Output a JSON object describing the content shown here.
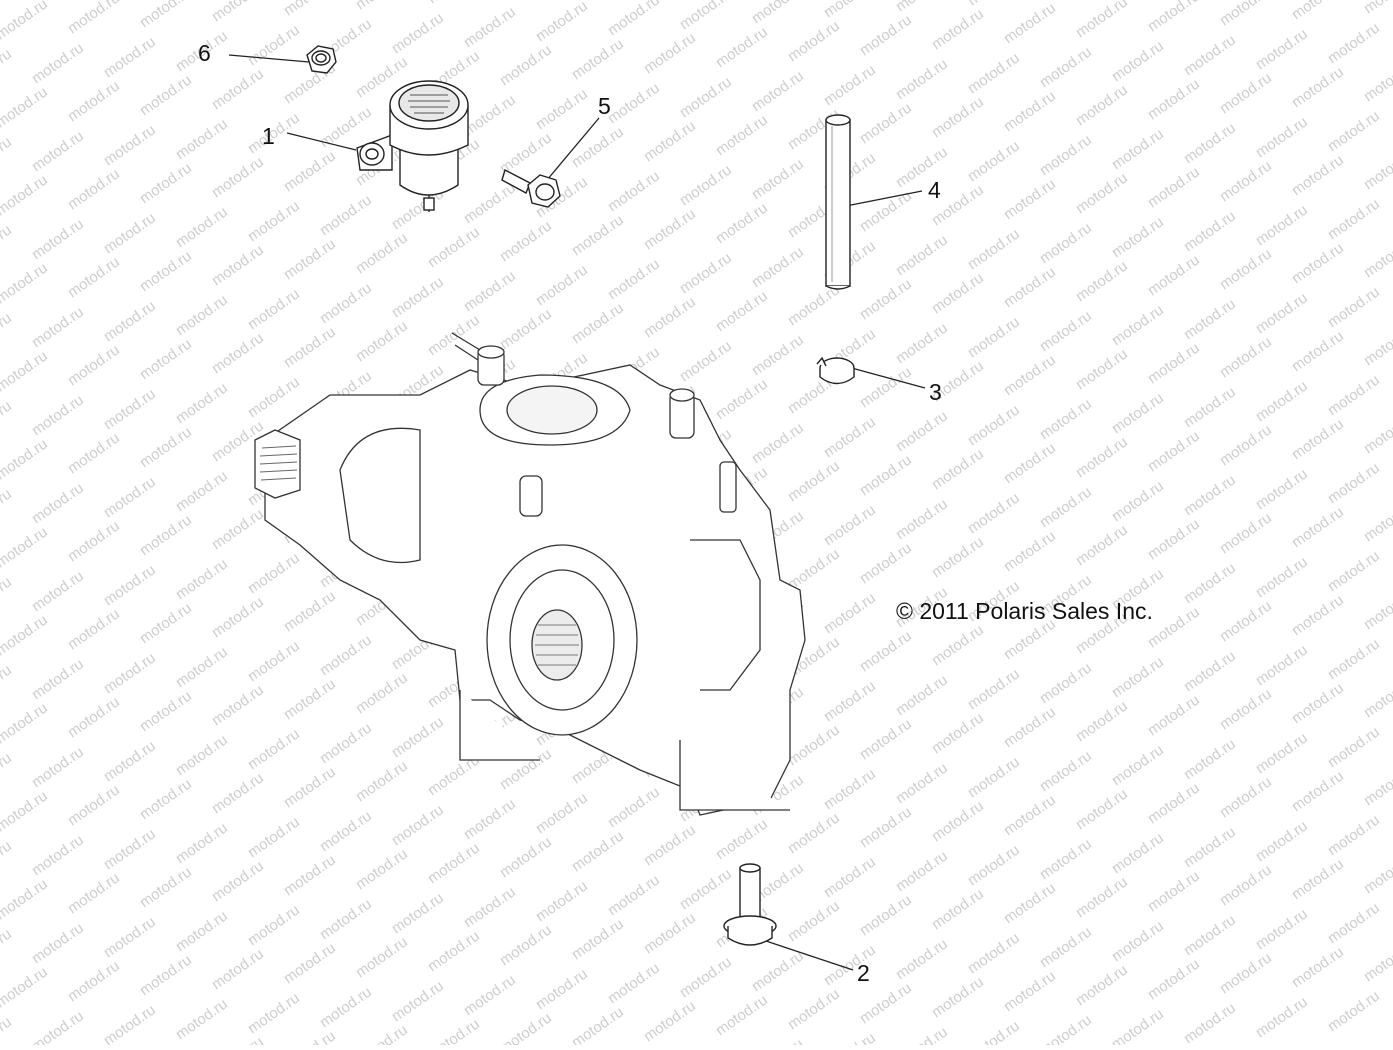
{
  "diagram": {
    "copyright": "© 2011 Polaris Sales Inc.",
    "watermark": "motod.ru",
    "callouts": [
      {
        "label": "1",
        "part": "brake fluid reservoir"
      },
      {
        "label": "2",
        "part": "flange bolt"
      },
      {
        "label": "3",
        "part": "hose clamp"
      },
      {
        "label": "4",
        "part": "hose"
      },
      {
        "label": "5",
        "part": "flange bolt"
      },
      {
        "label": "6",
        "part": "nut"
      }
    ]
  }
}
